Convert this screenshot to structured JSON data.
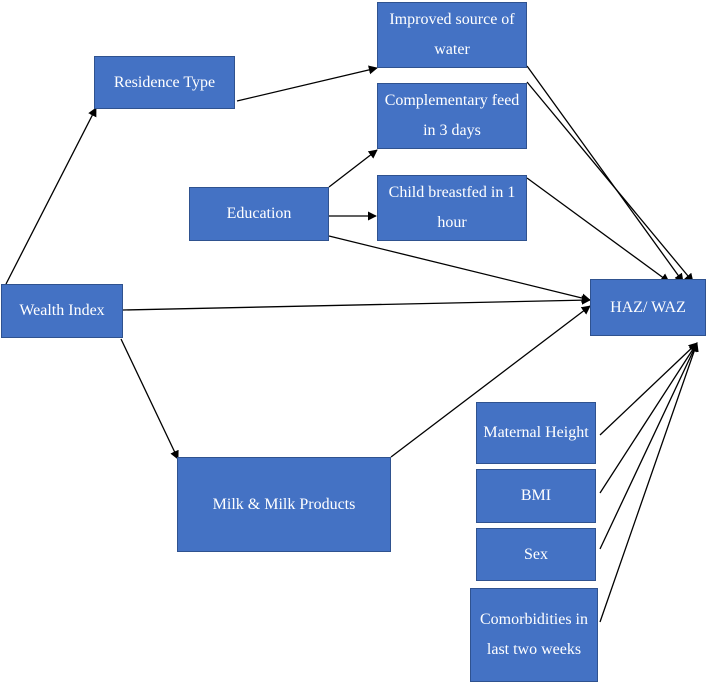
{
  "nodes": {
    "residence": "Residence Type",
    "water": "Improved source of water",
    "complementary": "Complementary feed in 3 days",
    "education": "Education",
    "breastfed": "Child breastfed in 1 hour",
    "wealth": "Wealth Index",
    "haz": "HAZ/ WAZ",
    "milk": "Milk & Milk Products",
    "maternal": "Maternal Height",
    "bmi": "BMI",
    "sex": "Sex",
    "comorbidities": "Comorbidities in last two weeks"
  },
  "edges": [
    {
      "from": "wealth",
      "to": "residence"
    },
    {
      "from": "residence",
      "to": "water"
    },
    {
      "from": "education",
      "to": "complementary"
    },
    {
      "from": "education",
      "to": "breastfed"
    },
    {
      "from": "education",
      "to": "haz"
    },
    {
      "from": "water",
      "to": "haz"
    },
    {
      "from": "complementary",
      "to": "haz"
    },
    {
      "from": "breastfed",
      "to": "haz"
    },
    {
      "from": "wealth",
      "to": "haz"
    },
    {
      "from": "wealth",
      "to": "milk"
    },
    {
      "from": "milk",
      "to": "haz"
    },
    {
      "from": "maternal",
      "to": "haz"
    },
    {
      "from": "bmi",
      "to": "haz"
    },
    {
      "from": "sex",
      "to": "haz"
    },
    {
      "from": "comorbidities",
      "to": "haz"
    }
  ]
}
